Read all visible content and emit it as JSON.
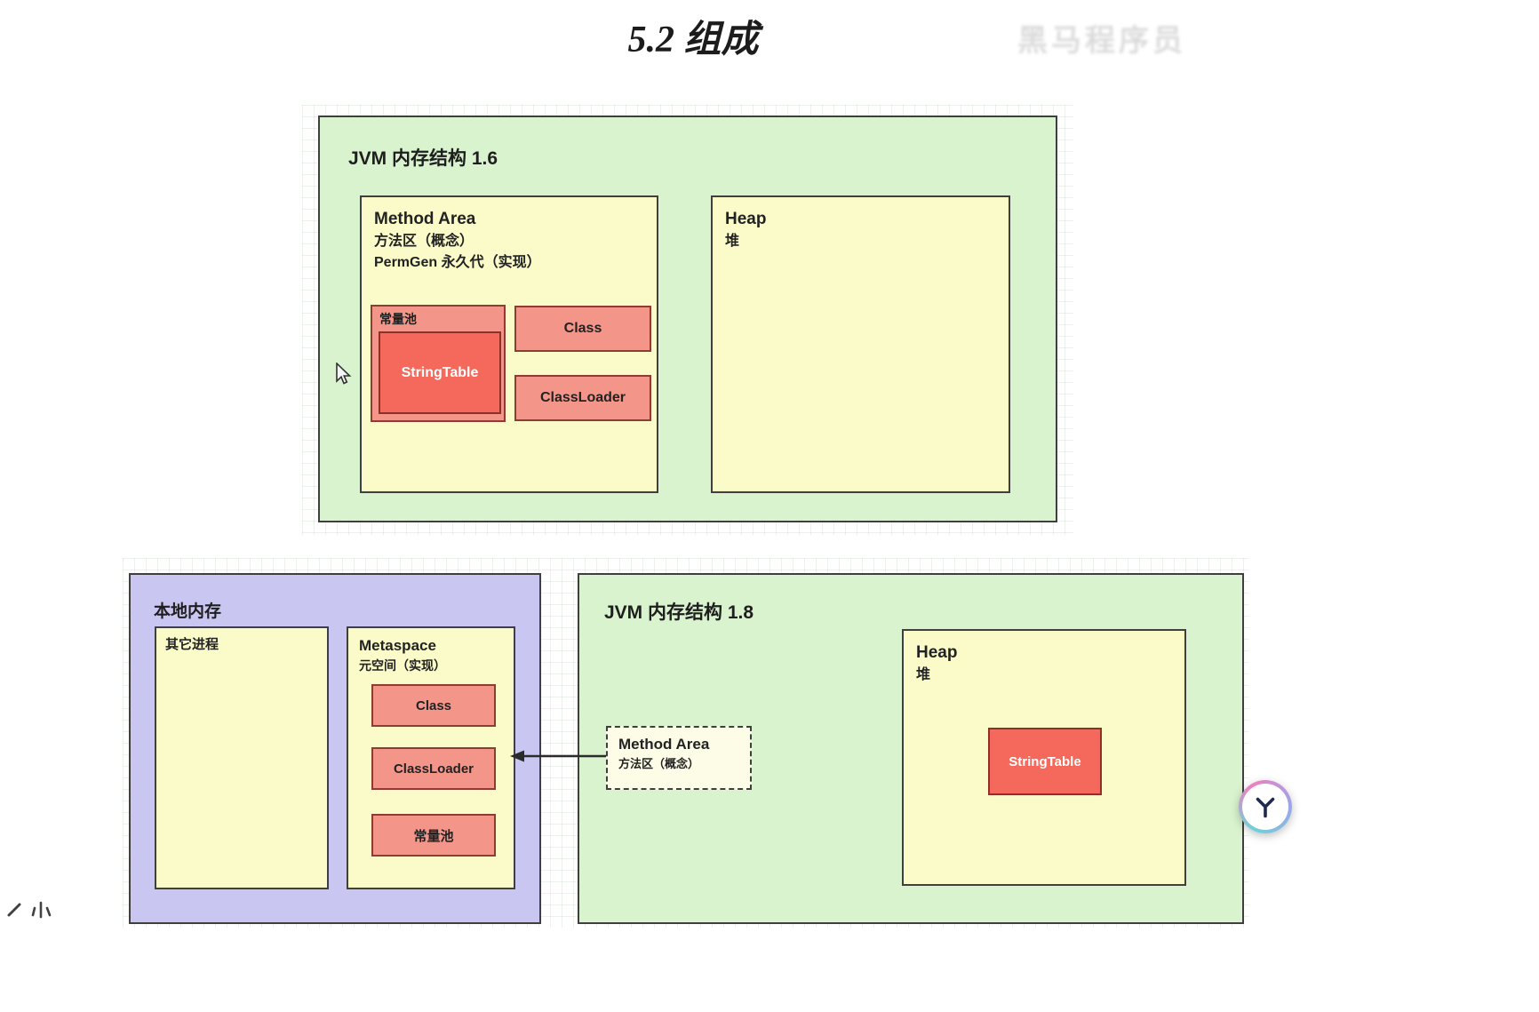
{
  "page": {
    "title": "5.2 组成",
    "watermark": "黑马程序员"
  },
  "colors": {
    "container_green": "#d9f3cf",
    "area_yellow": "#fbfbc9",
    "native_purple": "#c9c7f1",
    "block_salmon": "#f4958a",
    "stringtable_red": "#f4695b"
  },
  "jvm16": {
    "title": "JVM 内存结构 1.6",
    "method_area": {
      "title": "Method Area",
      "concept": "方法区（概念）",
      "impl": "PermGen 永久代（实现）",
      "constant_pool_label": "常量池",
      "string_table": "StringTable",
      "class_label": "Class",
      "classloader_label": "ClassLoader"
    },
    "heap": {
      "title": "Heap",
      "subtitle": "堆"
    }
  },
  "native_memory": {
    "title": "本地内存",
    "other_process": "其它进程",
    "metaspace": {
      "title": "Metaspace",
      "subtitle": "元空间（实现）",
      "class_label": "Class",
      "classloader_label": "ClassLoader",
      "constant_pool_label": "常量池"
    }
  },
  "jvm18": {
    "title": "JVM 内存结构 1.8",
    "method_area": {
      "title": "Method Area",
      "subtitle": "方法区（概念）"
    },
    "heap": {
      "title": "Heap",
      "subtitle": "堆",
      "string_table": "StringTable"
    }
  }
}
